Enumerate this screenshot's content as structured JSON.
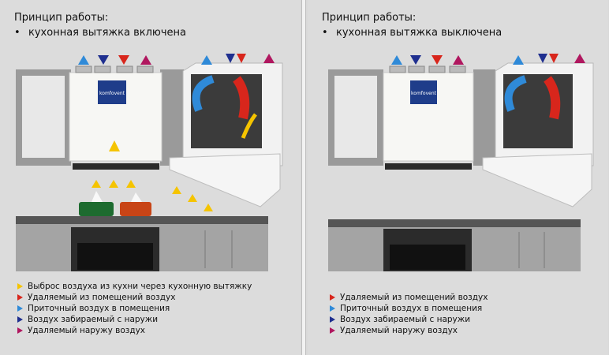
{
  "left": {
    "title": "Принцип работы:",
    "bullet": "•",
    "subtitle": "кухонная вытяжка включена",
    "legend": [
      {
        "text": "Выброс воздуха из кухни через кухонную вытяжку",
        "color": "#f5c400"
      },
      {
        "text": "Удаляемый из помещений воздух",
        "color": "#d8261c"
      },
      {
        "text": "Приточный воздух в помещения",
        "color": "#2f8ad8"
      },
      {
        "text": "Воздух забираемый с наружи",
        "color": "#1f2f8f"
      },
      {
        "text": "Удаляемый наружу воздух",
        "color": "#b0175f"
      }
    ]
  },
  "right": {
    "title": "Принцип работы:",
    "bullet": "•",
    "subtitle": "кухонная вытяжка выключена",
    "legend": [
      {
        "text": "Удаляемый из помещений воздух",
        "color": "#d8261c"
      },
      {
        "text": "Приточный воздух в помещения",
        "color": "#2f8ad8"
      },
      {
        "text": "Воздух забираемый с наружи",
        "color": "#1f2f8f"
      },
      {
        "text": "Удаляемый наружу воздух",
        "color": "#b0175f"
      }
    ]
  },
  "logo_text": "komfovent"
}
